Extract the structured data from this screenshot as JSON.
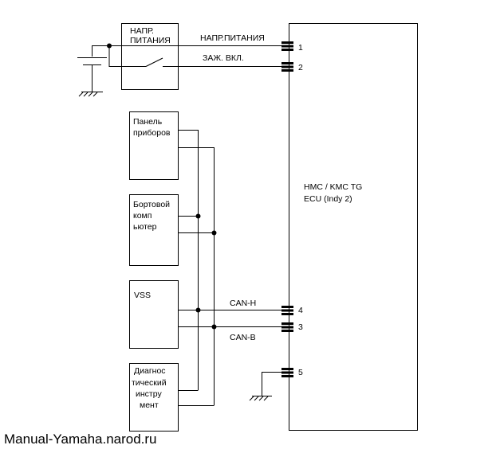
{
  "ecu": {
    "label_line1": "HMC / KMC TG",
    "label_line2": "ECU (Indy 2)"
  },
  "power_box": {
    "line1": "НАПР.",
    "line2": "ПИТАНИЯ"
  },
  "wires": {
    "power_supply": "НАПР.ПИТАНИЯ",
    "ignition_on": "ЗАЖ. ВКЛ.",
    "can_h": "CAN-H",
    "can_b": "CAN-B"
  },
  "pins": [
    "1",
    "2",
    "4",
    "3",
    "5"
  ],
  "modules": {
    "instrument_panel": [
      "Панель",
      "приборов"
    ],
    "trip_computer": [
      "Бортовой",
      "комп",
      "ьютер"
    ],
    "vss": [
      "VSS"
    ],
    "diagnostic_tool": [
      "Диагнос",
      "тический",
      "инстру",
      "мент"
    ]
  },
  "footer": "Manual-Yamaha.narod.ru"
}
